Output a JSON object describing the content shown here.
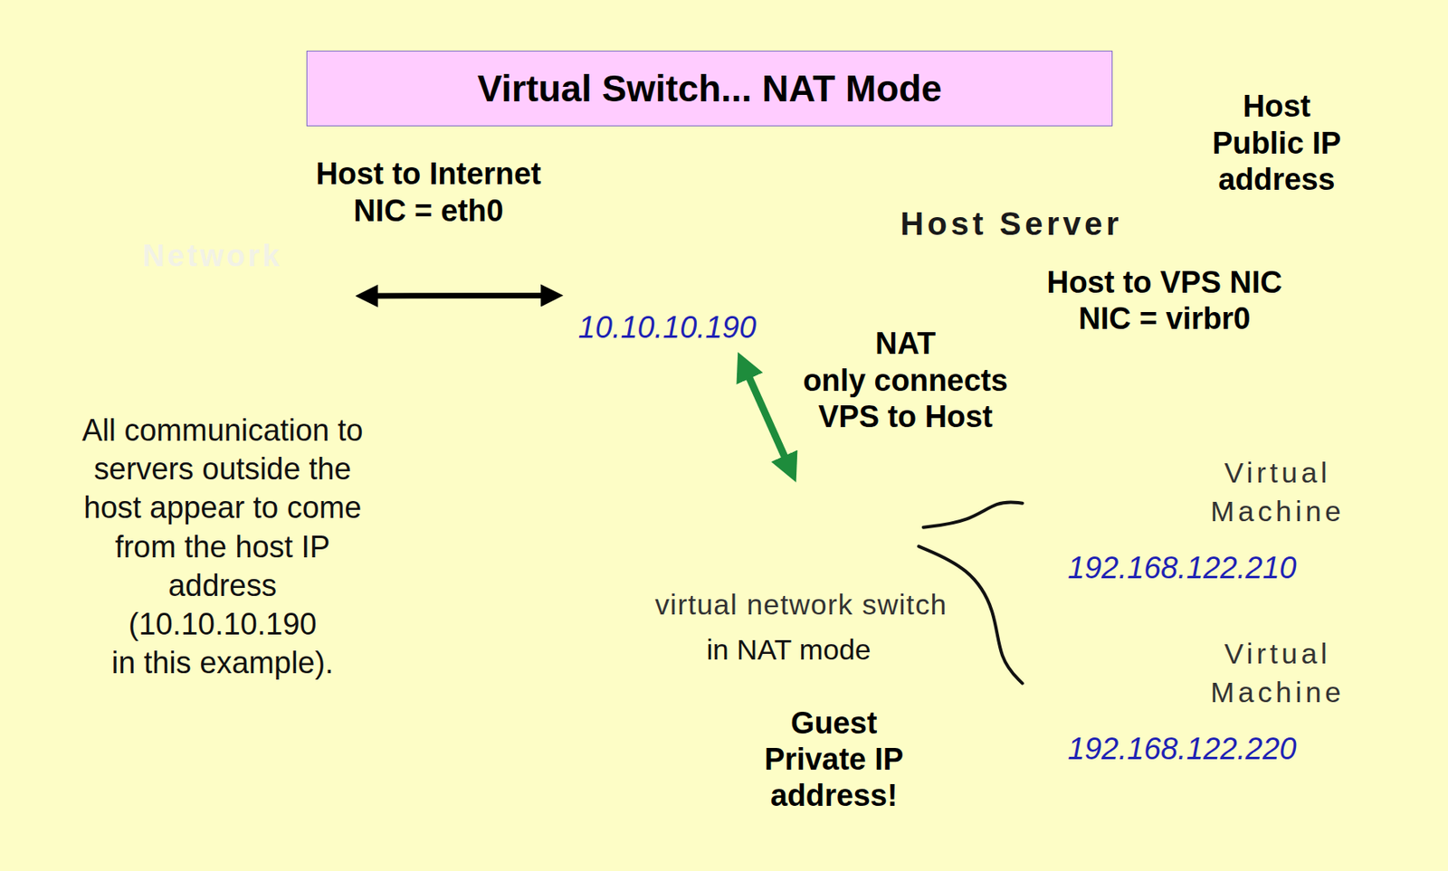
{
  "diagram": {
    "title": "Virtual Switch... NAT Mode",
    "nodes": [
      {
        "text": [
          "Network"
        ]
      },
      {
        "text": [
          "Host to Internet NIC = eth0"
        ]
      },
      {
        "text": [
          "10.10.10.190"
        ]
      },
      {
        "text": [
          "Host Public IP address"
        ]
      },
      {
        "text": [
          "Host Server"
        ]
      },
      {
        "text": [
          "Host to VPS NIC NIC = virbr0"
        ],
        "in": 4
      },
      {
        "text": [
          "NAT only connects VPS to Host"
        ],
        "in": 4
      },
      {
        "text": [
          "All communication to servers outside the host appear to come from the host IP address (10.10.10.190 in this example)."
        ]
      },
      {
        "text": [
          "virtual network switch"
        ],
        "in": 4
      },
      {
        "text": [
          "in NAT mode"
        ],
        "in": 4
      },
      {
        "text": [
          "Virtual Machine",
          "192.168.122.210"
        ],
        "in": 4
      },
      {
        "text": [
          "Virtual Machine",
          "192.168.122.220"
        ],
        "in": 4
      },
      {
        "text": [
          "Guest Private IP address!"
        ],
        "in": 4
      }
    ],
    "edges": [
      {
        "from": 0,
        "to": 2,
        "arrow": "both"
      },
      {
        "from": 2,
        "to": 8,
        "arrow": "both"
      },
      {
        "from": 8,
        "to": 10,
        "arrow": "none"
      },
      {
        "from": 8,
        "to": 11,
        "arrow": "none"
      }
    ]
  }
}
